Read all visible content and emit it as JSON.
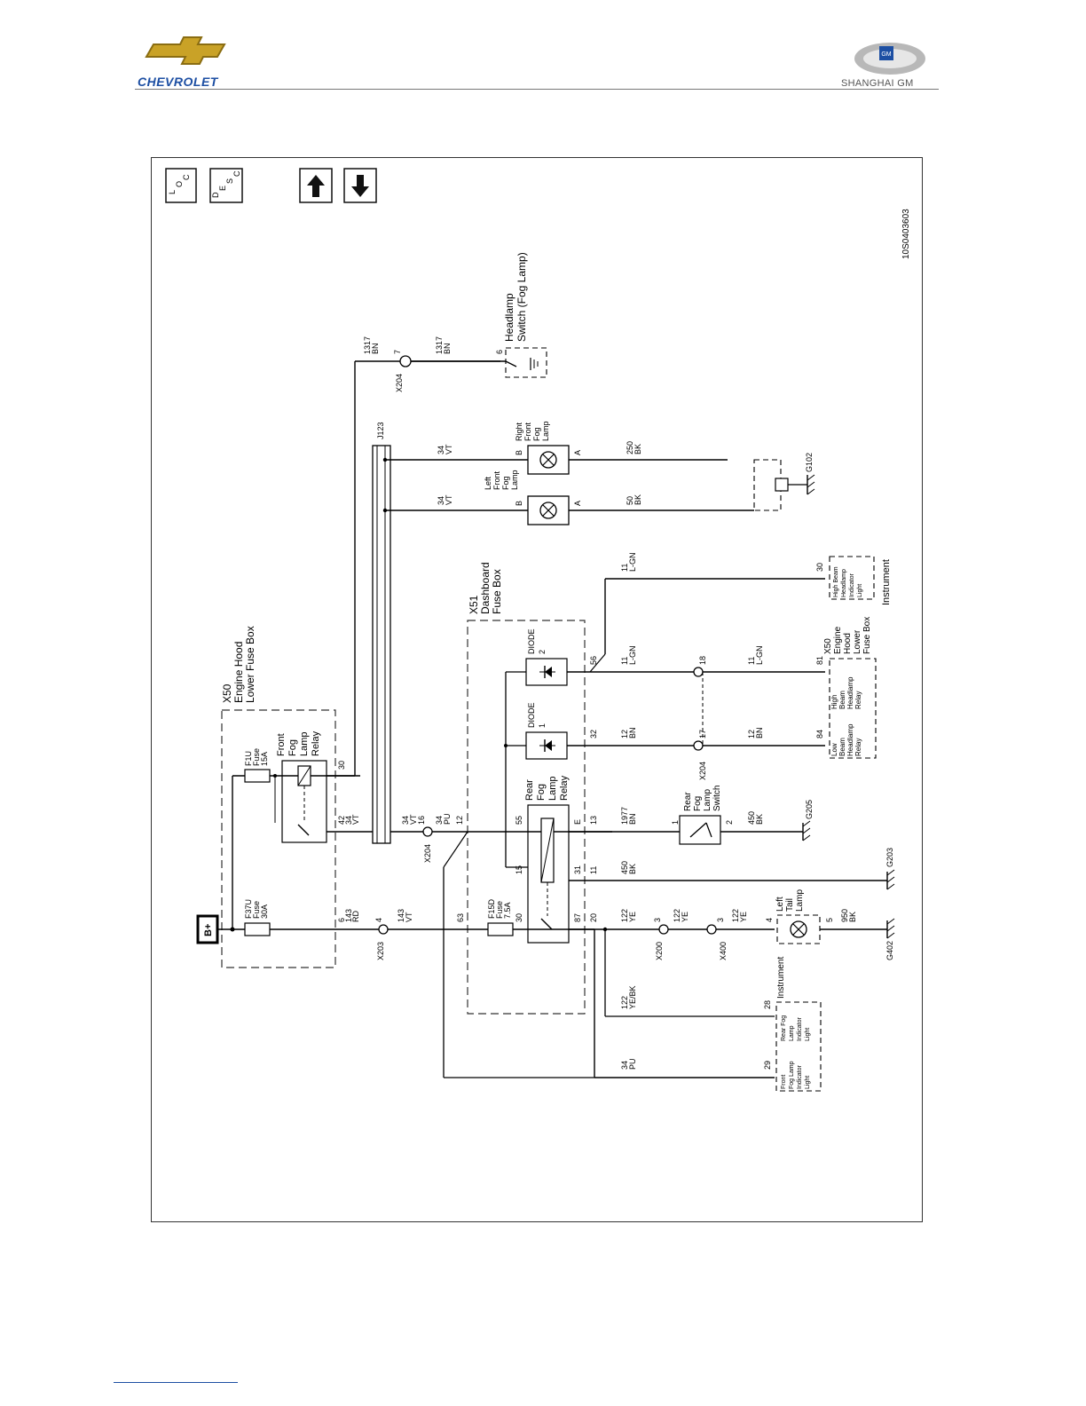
{
  "header": {
    "brand_left": "CHEVROLET",
    "brand_right": "SHANGHAI GM",
    "gm_mark": "GM"
  },
  "nav": {
    "loc": [
      "L",
      "O",
      "C"
    ],
    "desc": [
      "D",
      "E",
      "S",
      "C"
    ],
    "up_icon": "arrow-up-icon",
    "down_icon": "arrow-down-icon"
  },
  "diagram": {
    "figure_id": "10S0403603",
    "x50_title": [
      "X50",
      "Engine Hood",
      "Lower Fuse Box"
    ],
    "x51_title": [
      "X51",
      "Dashboard",
      "Fuse Box"
    ],
    "front_relay_label": [
      "Front",
      "Fog",
      "Lamp",
      "Relay"
    ],
    "rear_relay_label": [
      "Rear",
      "Fog",
      "Lamp",
      "Relay"
    ],
    "headlamp_switch_label": [
      "Headlamp",
      "Switch (Fog Lamp)"
    ],
    "right_fog_label": [
      "Right",
      "Front",
      "Fog",
      "Lamp"
    ],
    "left_fog_label": [
      "Left",
      "Front",
      "Fog",
      "Lamp"
    ],
    "rear_fog_switch_label": [
      "Rear",
      "Fog",
      "Lamp",
      "Switch"
    ],
    "left_tail_label": [
      "Left",
      "Tail",
      "Lamp"
    ],
    "instrument_label": "Instrument",
    "high_beam_indicator_label": [
      "High Beam",
      "Headlamp",
      "Indicator",
      "Light"
    ],
    "x50_relay_group_label": [
      "X50",
      "Engine",
      "Hood",
      "Lower",
      "Fuse Box"
    ],
    "high_beam_relay_label": [
      "High",
      "Beam",
      "Headlamp",
      "Relay"
    ],
    "low_beam_relay_label": [
      "Low",
      "Beam",
      "Headlamp",
      "Relay"
    ],
    "rear_fog_indicator_label": [
      "Rear Fog",
      "Lamp",
      "Indicator",
      "Light"
    ],
    "front_fog_indicator_label": [
      "Front",
      "Fog Lamp",
      "Indicator",
      "Light"
    ],
    "bplus": "B+",
    "diode1": [
      "DIODE",
      "1"
    ],
    "diode2": [
      "DIODE",
      "2"
    ],
    "f37u": [
      "F37U",
      "Fuse",
      "30A"
    ],
    "f1u": [
      "F1U",
      "Fuse",
      "15A"
    ],
    "f15d": [
      "F15D",
      "Fuse",
      "7.5A"
    ],
    "j123": "J123",
    "connectors": {
      "x204_a": "X204",
      "x204_b": "X204",
      "x204_c": "X204",
      "x203": "X203",
      "x200": "X200",
      "x400": "X400"
    },
    "grounds": {
      "g102": "G102",
      "g205": "G205",
      "g203": "G203",
      "g402": "G402"
    },
    "pins": {
      "p30a": "30",
      "p42": "42",
      "p6": "6",
      "p4": "4",
      "p16": "16",
      "p12": "12",
      "p63": "63",
      "p55": "55",
      "p15": "15",
      "p30b": "30",
      "p31": "31",
      "p87": "87",
      "p20": "20",
      "p32": "32",
      "p56": "56",
      "pE": "E",
      "p13": "13",
      "p11": "11",
      "p1": "1",
      "p2": "2",
      "p3a": "3",
      "p3b": "3",
      "p4b": "4",
      "p5": "5",
      "p17": "17",
      "p18": "18",
      "p84": "84",
      "p81": "81",
      "p30c": "30",
      "p28": "28",
      "p29": "29",
      "p6b": "6",
      "p7": "7",
      "pB1": "B",
      "pA1": "A",
      "pB2": "B",
      "pA2": "A"
    },
    "wires": {
      "w1317a": [
        "1317",
        "BN"
      ],
      "w1317b": [
        "1317",
        "BN"
      ],
      "w34vt_r": [
        "34",
        "VT"
      ],
      "w34vt_l": [
        "34",
        "VT"
      ],
      "w250bk": [
        "250",
        "BK"
      ],
      "w50bk": [
        "50",
        "BK"
      ],
      "w11lgn_top": [
        "11",
        "L-GN"
      ],
      "w11lgn_mid": [
        "11",
        "L-GN"
      ],
      "w11lgn_right": [
        "11",
        "L-GN"
      ],
      "w12bn_a": [
        "12",
        "BN"
      ],
      "w12bn_b": [
        "12",
        "BN"
      ],
      "w1977bn": [
        "1977",
        "BN"
      ],
      "w450bk_a": [
        "450",
        "BK"
      ],
      "w450bk_b": [
        "450",
        "BK"
      ],
      "w122ye_a": [
        "122",
        "YE"
      ],
      "w122ye_b": [
        "122",
        "YE"
      ],
      "w122ye_c": [
        "122",
        "YE"
      ],
      "w950bk": [
        "950",
        "BK"
      ],
      "w122yebk": [
        "122",
        "YE/BK"
      ],
      "w34pu_a": [
        "34",
        "PU"
      ],
      "w34pu_b": [
        "34",
        "PU"
      ],
      "w34vt_relay": [
        "34",
        "VT"
      ],
      "w34vt_x204": [
        "34",
        "VT"
      ],
      "w143rd": [
        "143",
        "RD"
      ],
      "w143vt": [
        "143",
        "VT"
      ]
    }
  }
}
